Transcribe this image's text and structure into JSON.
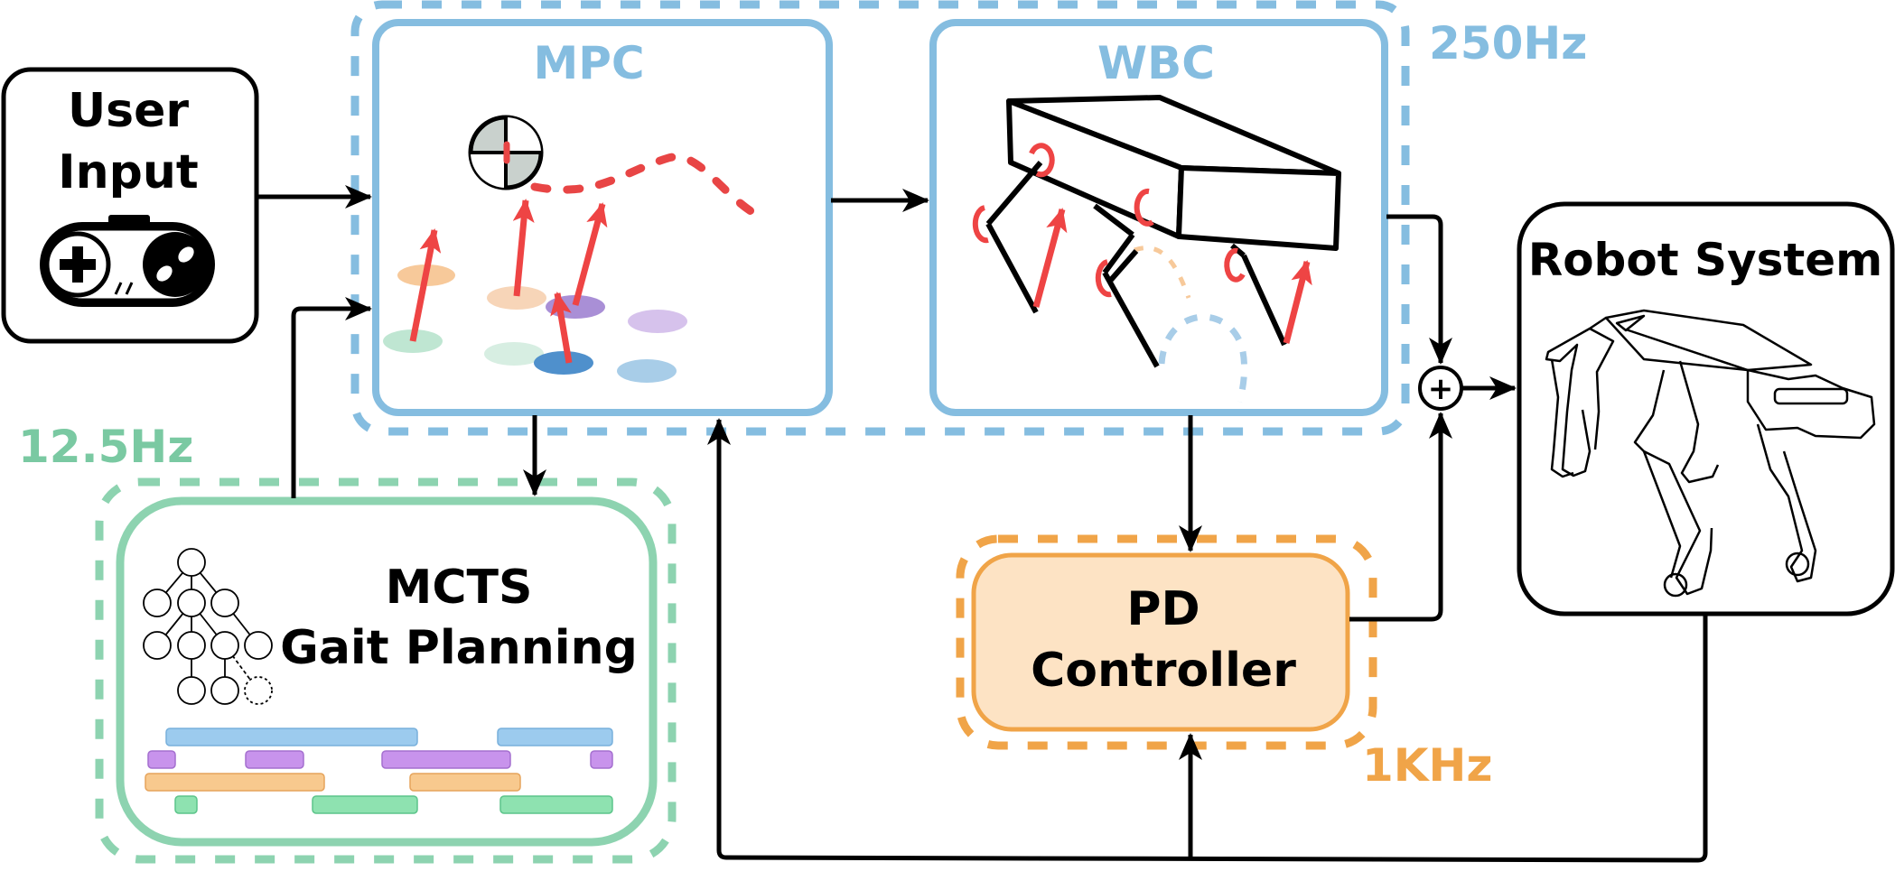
{
  "diagram": {
    "blocks": {
      "user_input": {
        "line1": "User",
        "line2": "Input"
      },
      "mpc": {
        "title": "MPC"
      },
      "wbc": {
        "title": "WBC"
      },
      "robot_system": {
        "title": "Robot System"
      },
      "mcts": {
        "line1": "MCTS",
        "line2": "Gait Planning"
      },
      "pd_controller": {
        "line1": "PD",
        "line2": "Controller"
      }
    },
    "frequencies": {
      "mpc_wbc_loop": "250Hz",
      "mcts_loop": "12.5Hz",
      "pd_loop": "1KHz"
    },
    "summing_junction": {
      "symbol": "+"
    },
    "colors": {
      "blue_loop": "#85bde0",
      "green_loop": "#8dd3b0",
      "orange_loop": "#f0a448",
      "pd_fill": "#fde3c4",
      "force_arrow": "#ee4444",
      "text_blue": "#85bde0",
      "text_green": "#7ac9a2",
      "text_orange": "#f0a448"
    },
    "icons": [
      "gamepad-icon",
      "target-icon",
      "quadruped-robot-icon",
      "search-tree-icon",
      "gait-schedule-icon"
    ]
  }
}
